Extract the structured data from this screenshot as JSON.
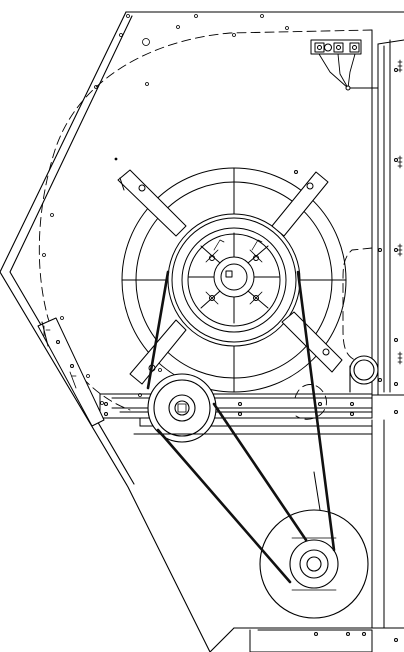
{
  "diagram": {
    "type": "technical-line-drawing",
    "colors": {
      "stroke": "#000000",
      "belt": "#111111",
      "paper": "#ffffff"
    },
    "components": [
      "housing-outline",
      "blower-wheel",
      "mounting-arms",
      "fan-pulley",
      "motor-pulley",
      "drive-belt",
      "idler-pulley",
      "motor-mount-rail",
      "terminal-block",
      "side-wall"
    ],
    "labels": []
  }
}
